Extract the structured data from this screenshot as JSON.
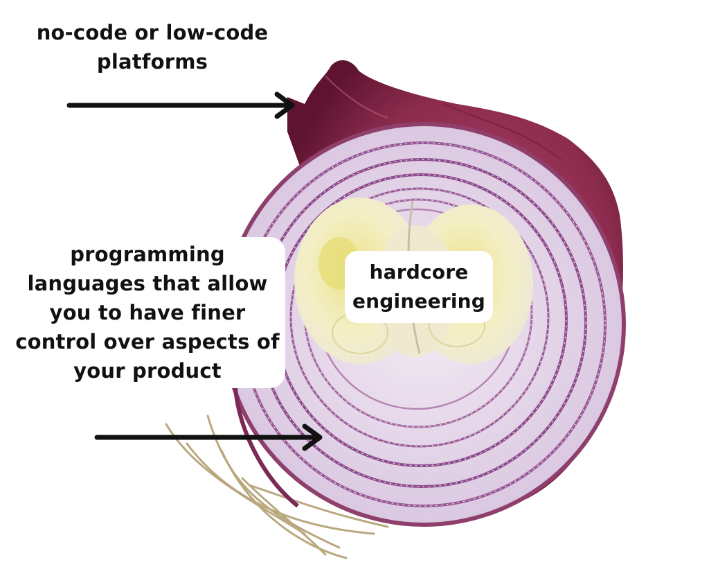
{
  "labels": {
    "outer": "no-code or low-code platforms",
    "middle": "programming languages that allow you to have finer control over aspects of your product",
    "core": "hardcore engineering"
  },
  "colors": {
    "text": "#111111",
    "arrow": "#111111",
    "outer_skin": "#8d2c4e",
    "ring_purple": "#8e4c8c",
    "ring_flesh": "#ddd0e6",
    "core_yellow": "#efe7a6",
    "background": "#ffffff"
  },
  "icons": [
    "arrow-right-icon",
    "onion-cross-section-image"
  ]
}
